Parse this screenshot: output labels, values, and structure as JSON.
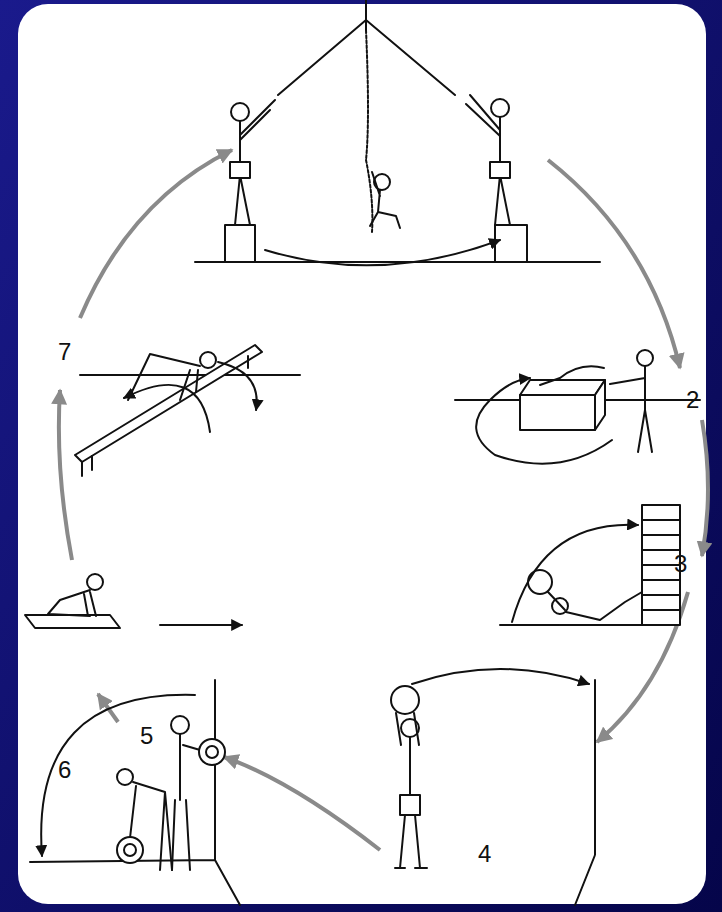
{
  "diagram": {
    "labels": [
      "7",
      "2",
      "3",
      "5",
      "6",
      "4"
    ]
  }
}
